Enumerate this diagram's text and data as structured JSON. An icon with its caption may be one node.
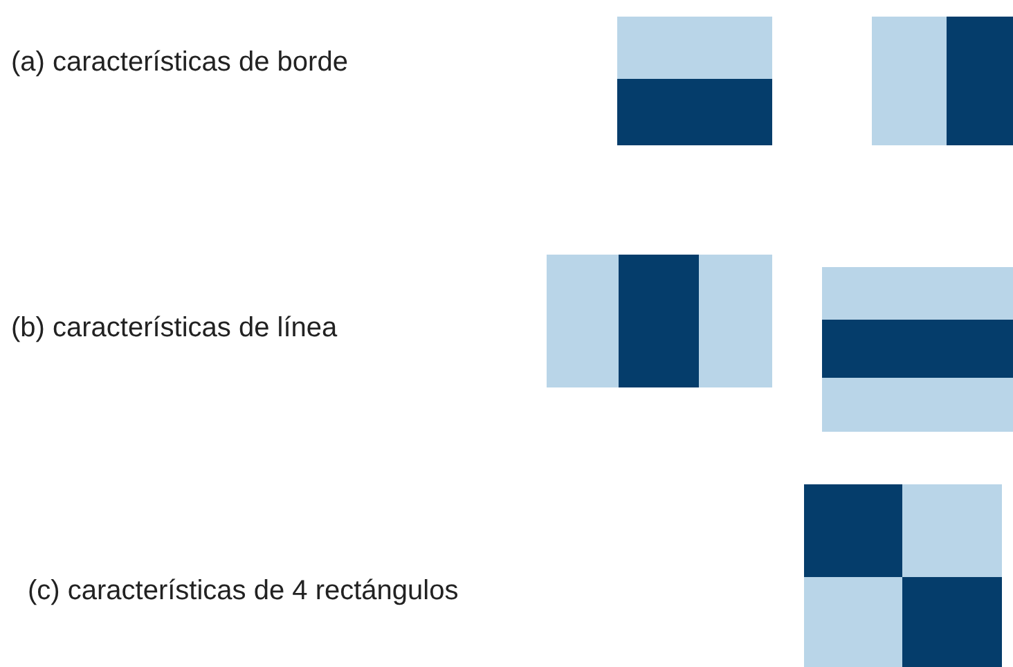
{
  "diagram": {
    "labels": [
      "(a) características de borde",
      "(b) características de línea",
      "(c) características de 4 rectángulos"
    ]
  }
}
